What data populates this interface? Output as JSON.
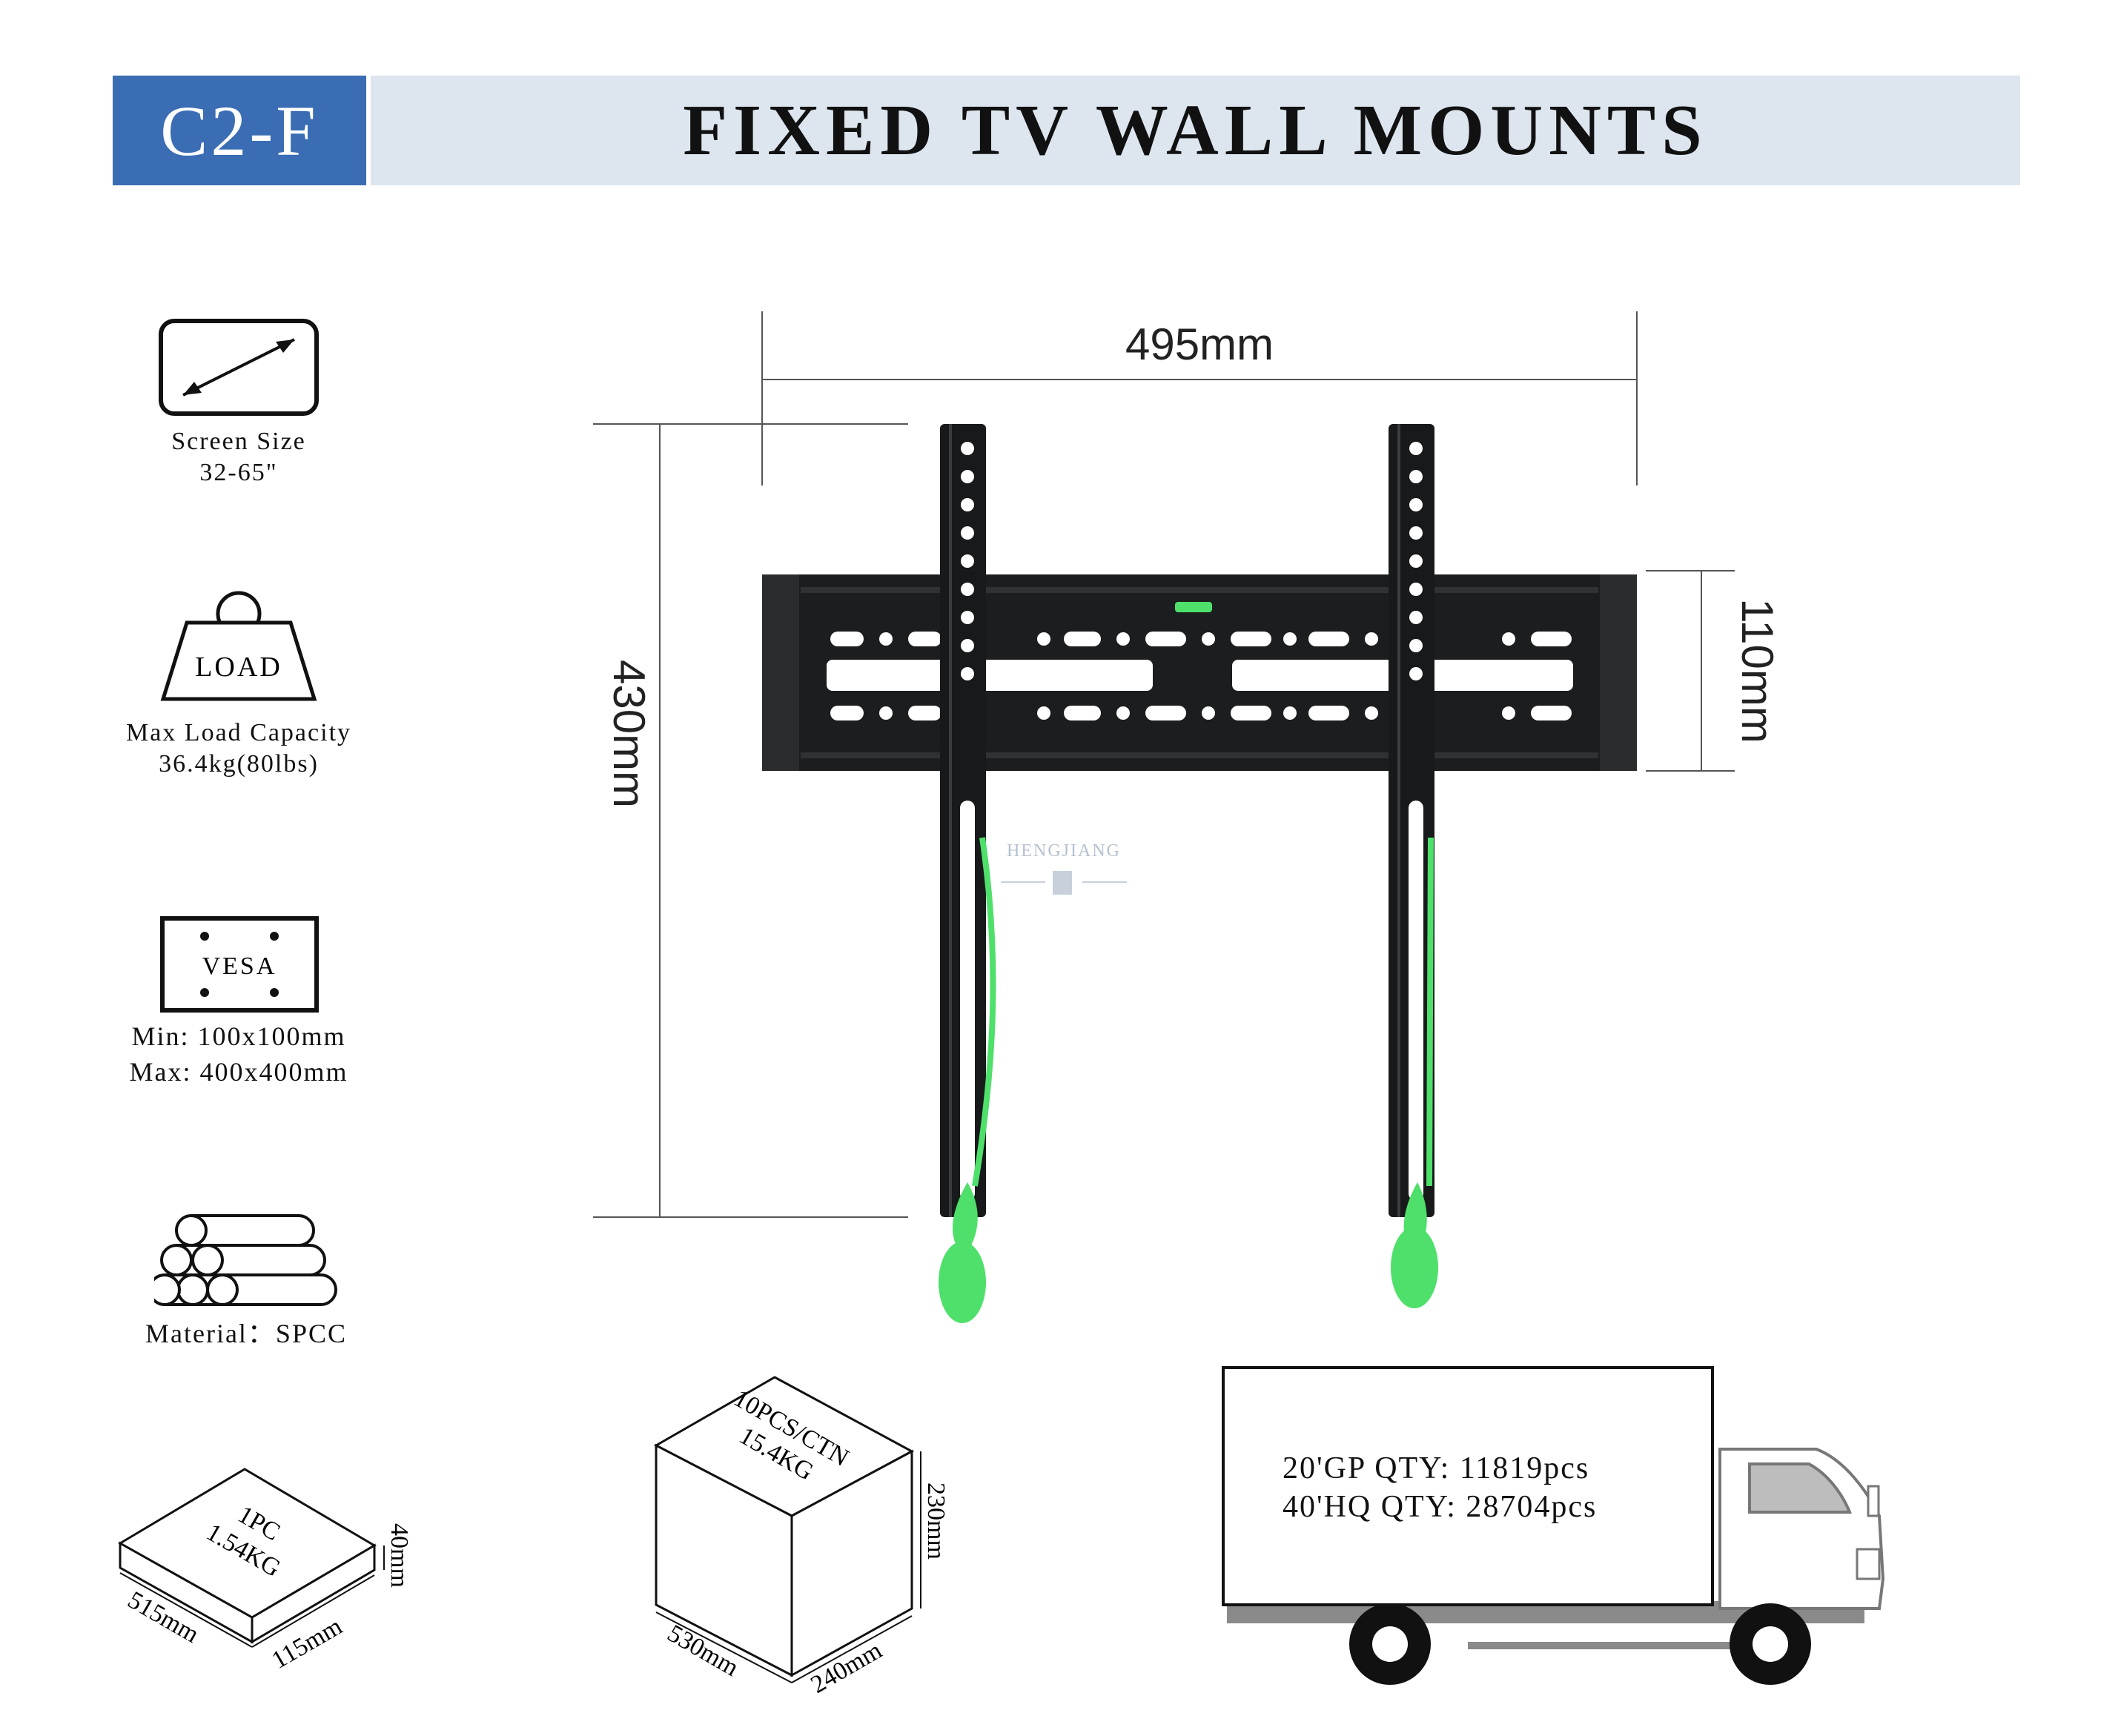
{
  "header": {
    "code": "C2-F",
    "title": "FIXED TV WALL MOUNTS"
  },
  "specs": {
    "screen_size": {
      "label": "Screen Size",
      "value": "32-65\""
    },
    "load": {
      "icon_text": "LOAD",
      "label": "Max Load Capacity",
      "value": "36.4kg(80lbs)"
    },
    "vesa": {
      "icon_text": "VESA",
      "min": "Min: 100x100mm",
      "max": "Max: 400x400mm"
    },
    "material": {
      "label": "Material：SPCC"
    }
  },
  "dimensions": {
    "width": "495mm",
    "height": "430mm",
    "depth": "110mm"
  },
  "watermark": "HENGJIANG",
  "package_single": {
    "qty": "1PC",
    "weight": "1.54KG",
    "length": "515mm",
    "width": "115mm",
    "height": "40mm"
  },
  "package_carton": {
    "qty": "10PCS/CTN",
    "weight": "15.4KG",
    "length": "530mm",
    "width": "240mm",
    "height": "230mm"
  },
  "shipping": {
    "gp20": "20'GP QTY: 11819pcs",
    "hq40": "40'HQ QTY: 28704pcs"
  },
  "colors": {
    "header_blue": "#3a6db3",
    "header_light": "#dde6ef",
    "strap_green": "#4ee06a"
  }
}
